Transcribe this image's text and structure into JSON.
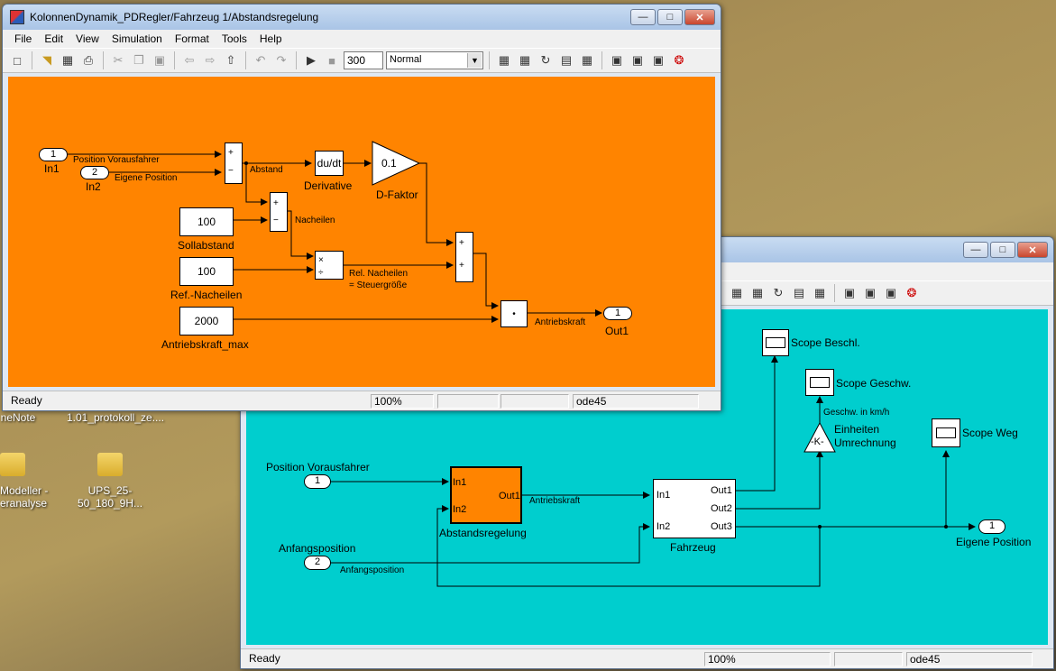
{
  "desktop": {
    "icons": [
      {
        "label": "neNote"
      },
      {
        "label": "1.01_protokoll_ze...."
      },
      {
        "label": "Modeller -\neranalyse"
      },
      {
        "label": "UPS_25-50_180_9H..."
      }
    ]
  },
  "menu": [
    "File",
    "Edit",
    "View",
    "Simulation",
    "Format",
    "Tools",
    "Help"
  ],
  "toolbar": {
    "stop_time": "300",
    "sim_mode": "Normal"
  },
  "front": {
    "title": "KolonnenDynamik_PDRegler/Fahrzeug 1/Abstandsregelung",
    "bg": "#ff8400",
    "status": {
      "state": "Ready",
      "zoom": "100%",
      "solver": "ode45"
    },
    "blocks": {
      "in1_num": "1",
      "in1_label": "In1",
      "in2_num": "2",
      "in2_label": "In2",
      "deriv_text": "du/dt",
      "deriv_label": "Derivative",
      "gain_value": "0.1",
      "gain_label": "D-Faktor",
      "const1_value": "100",
      "const1_label": "Sollabstand",
      "const2_value": "100",
      "const2_label": "Ref.-Nacheilen",
      "const3_value": "2000",
      "const3_label": "Antriebskraft_max",
      "out1_num": "1",
      "out1_label": "Out1"
    },
    "signals": {
      "pos_vor": "Position Vorausfahrer",
      "eig_pos": "Eigene Position",
      "abstand": "Abstand",
      "nacheilen": "Nacheilen",
      "rel_nach_1": "Rel. Nacheilen",
      "rel_nach_2": "= Steuergröße",
      "antrieb": "Antriebskraft"
    }
  },
  "back": {
    "bg": "#00cece",
    "status": {
      "state": "Ready",
      "zoom": "100%",
      "solver": "ode45"
    },
    "blocks": {
      "scope_beschl": "Scope Beschl.",
      "scope_geschw": "Scope Geschw.",
      "scope_weg": "Scope Weg",
      "gain_k": "-K-",
      "einheiten_1": "Einheiten",
      "einheiten_2": "Umrechnung",
      "geschw_kmh": "Geschw. in km/h",
      "pos_vor_label": "Position Vorausfahrer",
      "pos_vor_num": "1",
      "anfang_label": "Anfangsposition",
      "anfang_num": "2",
      "anfang_sig": "Anfangsposition",
      "abst_in1": "In1",
      "abst_in2": "In2",
      "abst_out1": "Out1",
      "abst_label": "Abstandsregelung",
      "antrieb_sig": "Antriebskraft",
      "fz_in1": "In1",
      "fz_in2": "In2",
      "fz_out1": "Out1",
      "fz_out2": "Out2",
      "fz_out3": "Out3",
      "fz_label": "Fahrzeug",
      "out_num": "1",
      "out_label": "Eigene Position"
    }
  }
}
